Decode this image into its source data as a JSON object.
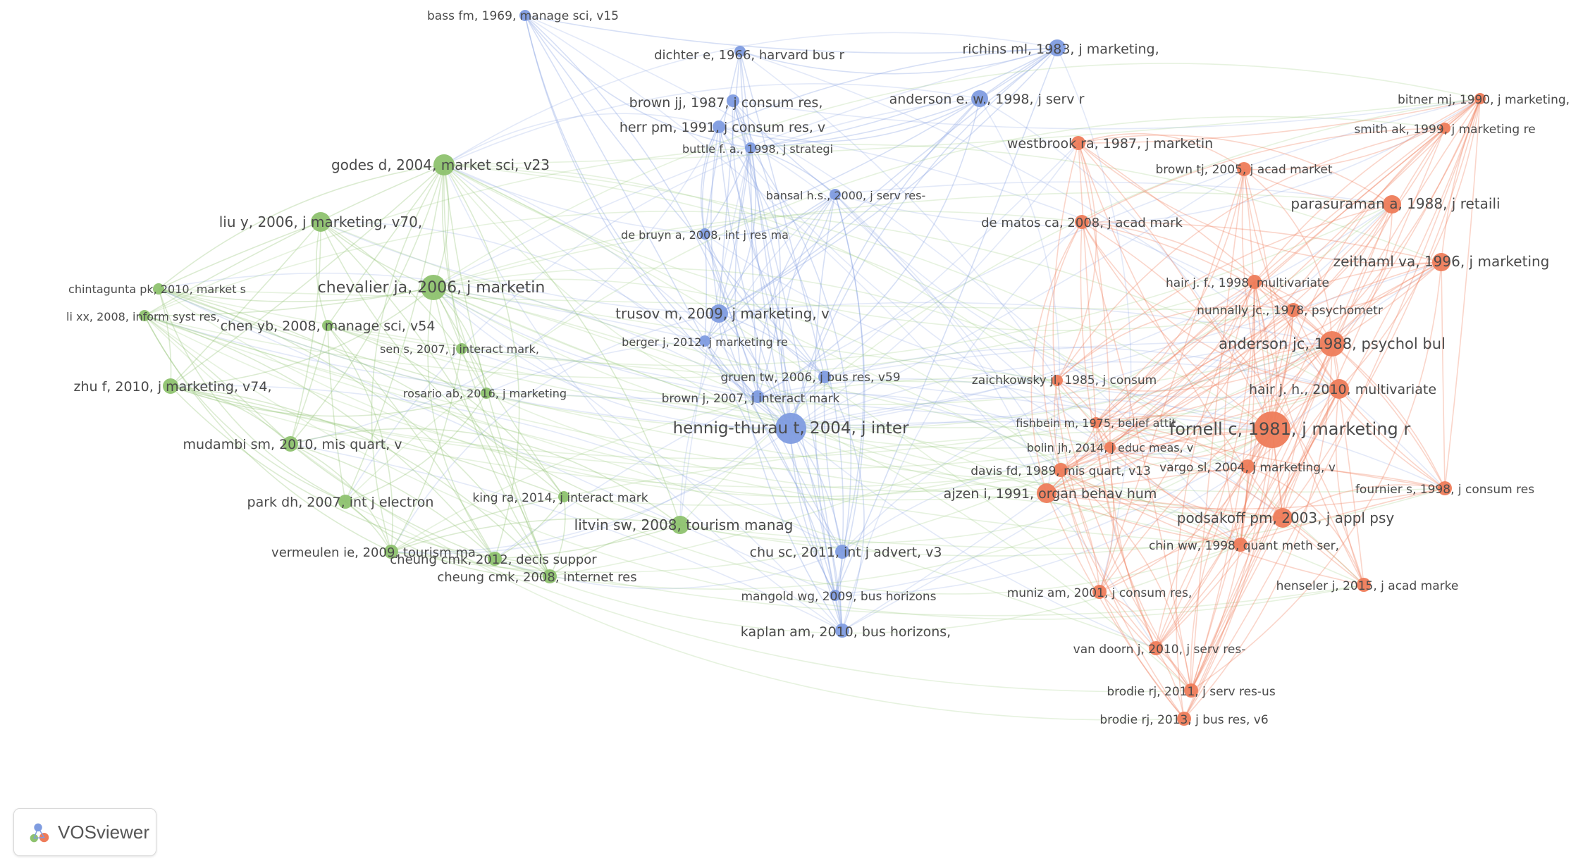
{
  "colors": {
    "green": "#8ec26f",
    "blue": "#7f9ce0",
    "red": "#ee7c5a",
    "label": "#4a4a4a"
  },
  "app": {
    "brand": "VOSviewer",
    "logo_icon": "vosviewer-logo-icon"
  },
  "nodes": [
    {
      "label": "bass fm, 1969, manage sci, v15",
      "cluster": "blue",
      "size": "tiny"
    },
    {
      "label": "dichter e, 1966, harvard bus r",
      "cluster": "blue",
      "size": "tiny"
    },
    {
      "label": "richins ml, 1983, j marketing,",
      "cluster": "blue",
      "size": "medium"
    },
    {
      "label": "brown jj, 1987, j consum res,",
      "cluster": "blue",
      "size": "small"
    },
    {
      "label": "anderson e. w., 1998, j serv r",
      "cluster": "blue",
      "size": "medium"
    },
    {
      "label": "herr pm, 1991, j consum res, v",
      "cluster": "blue",
      "size": "small"
    },
    {
      "label": "buttle f. a., 1998, j strategi",
      "cluster": "blue",
      "size": "tiny"
    },
    {
      "label": "bansal h.s., 2000, j serv res-",
      "cluster": "blue",
      "size": "tiny"
    },
    {
      "label": "de bruyn a, 2008, int j res ma",
      "cluster": "blue",
      "size": "tiny"
    },
    {
      "label": "trusov m, 2009, j marketing, v",
      "cluster": "blue",
      "size": "medium"
    },
    {
      "label": "berger j, 2012, j marketing re",
      "cluster": "blue",
      "size": "tiny"
    },
    {
      "label": "gruen tw, 2006, j bus res, v59",
      "cluster": "blue",
      "size": "small"
    },
    {
      "label": "brown j, 2007, j interact mark",
      "cluster": "blue",
      "size": "small"
    },
    {
      "label": "hennig-thurau t, 2004, j inter",
      "cluster": "blue",
      "size": "xlarge"
    },
    {
      "label": "chu sc, 2011, int j advert, v3",
      "cluster": "blue",
      "size": "small"
    },
    {
      "label": "mangold wg, 2009, bus horizons",
      "cluster": "blue",
      "size": "tiny"
    },
    {
      "label": "kaplan am, 2010, bus horizons,",
      "cluster": "blue",
      "size": "small"
    },
    {
      "label": "godes d, 2004, market sci, v23",
      "cluster": "green",
      "size": "large"
    },
    {
      "label": "liu y, 2006, j marketing, v70,",
      "cluster": "green",
      "size": "medium"
    },
    {
      "label": "chevalier ja, 2006, j marketin",
      "cluster": "green",
      "size": "large"
    },
    {
      "label": "chintagunta pk, 2010, market s",
      "cluster": "green",
      "size": "tiny"
    },
    {
      "label": "li xx, 2008, inform syst res,",
      "cluster": "green",
      "size": "tiny"
    },
    {
      "label": "chen yb, 2008, manage sci, v54",
      "cluster": "green",
      "size": "small"
    },
    {
      "label": "sen s, 2007, j interact mark,",
      "cluster": "green",
      "size": "tiny"
    },
    {
      "label": "zhu f, 2010, j marketing, v74,",
      "cluster": "green",
      "size": "small"
    },
    {
      "label": "rosario ab, 2016, j marketing",
      "cluster": "green",
      "size": "tiny"
    },
    {
      "label": "mudambi sm, 2010, mis quart, v",
      "cluster": "green",
      "size": "small"
    },
    {
      "label": "park dh, 2007, int j electron",
      "cluster": "green",
      "size": "small"
    },
    {
      "label": "king ra, 2014, j interact mark",
      "cluster": "green",
      "size": "tiny"
    },
    {
      "label": "litvin sw, 2008, tourism manag",
      "cluster": "green",
      "size": "medium"
    },
    {
      "label": "vermeulen ie, 2009, tourism ma",
      "cluster": "green",
      "size": "small"
    },
    {
      "label": "cheung cmk, 2012, decis suppor",
      "cluster": "green",
      "size": "small"
    },
    {
      "label": "cheung cmk, 2008, internet res",
      "cluster": "green",
      "size": "small"
    },
    {
      "label": "westbrook ra, 1987, j marketin",
      "cluster": "red",
      "size": "small"
    },
    {
      "label": "de matos ca, 2008, j acad mark",
      "cluster": "red",
      "size": "small"
    },
    {
      "label": "brown tj, 2005, j acad market",
      "cluster": "red",
      "size": "small"
    },
    {
      "label": "bitner mj, 1990, j marketing,",
      "cluster": "red",
      "size": "tiny"
    },
    {
      "label": "smith ak, 1999, j marketing re",
      "cluster": "red",
      "size": "tiny"
    },
    {
      "label": "parasuraman a, 1988, j retaili",
      "cluster": "red",
      "size": "medium"
    },
    {
      "label": "zeithaml va, 1996, j marketing",
      "cluster": "red",
      "size": "medium"
    },
    {
      "label": "hair j. f., 1998, multivariate",
      "cluster": "red",
      "size": "small"
    },
    {
      "label": "nunnally jc., 1978, psychometr",
      "cluster": "red",
      "size": "small"
    },
    {
      "label": "anderson jc, 1988, psychol bul",
      "cluster": "red",
      "size": "large"
    },
    {
      "label": "zaichkowsky jl, 1985, j consum",
      "cluster": "red",
      "size": "tiny"
    },
    {
      "label": "hair j. h., 2010, multivariate",
      "cluster": "red",
      "size": "medium"
    },
    {
      "label": "fishbein m, 1975, belief attit",
      "cluster": "red",
      "size": "tiny"
    },
    {
      "label": "fornell c, 1981, j marketing r",
      "cluster": "red",
      "size": "xlarge"
    },
    {
      "label": "bolin jh, 2014, j educ meas, v",
      "cluster": "red",
      "size": "tiny"
    },
    {
      "label": "davis fd, 1989, mis quart, v13",
      "cluster": "red",
      "size": "small"
    },
    {
      "label": "vargo sl, 2004, j marketing, v",
      "cluster": "red",
      "size": "small"
    },
    {
      "label": "ajzen i, 1991, organ behav hum",
      "cluster": "red",
      "size": "medium"
    },
    {
      "label": "fournier s, 1998, j consum res",
      "cluster": "red",
      "size": "small"
    },
    {
      "label": "podsakoff pm, 2003, j appl psy",
      "cluster": "red",
      "size": "medium"
    },
    {
      "label": "chin ww, 1998, quant meth ser,",
      "cluster": "red",
      "size": "small"
    },
    {
      "label": "muniz am, 2001, j consum res,",
      "cluster": "red",
      "size": "small"
    },
    {
      "label": "henseler j, 2015, j acad marke",
      "cluster": "red",
      "size": "small"
    },
    {
      "label": "van doorn j, 2010, j serv res-",
      "cluster": "red",
      "size": "small"
    },
    {
      "label": "brodie rj, 2011, j serv res-us",
      "cluster": "red",
      "size": "small"
    },
    {
      "label": "brodie rj, 2013, j bus res, v6",
      "cluster": "red",
      "size": "small"
    }
  ]
}
